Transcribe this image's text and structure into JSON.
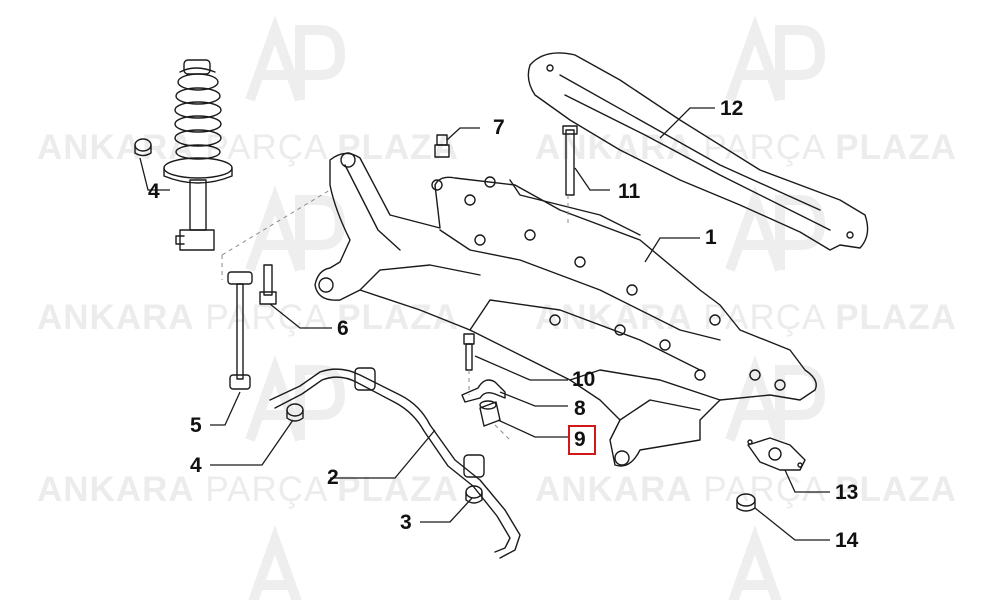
{
  "watermark": {
    "brand_bold_1": "ANKARA",
    "brand_light": "PARÇA",
    "brand_bold_2": "PLAZA"
  },
  "callouts": [
    {
      "id": "c1",
      "label": "1"
    },
    {
      "id": "c2",
      "label": "2"
    },
    {
      "id": "c3",
      "label": "3"
    },
    {
      "id": "c4a",
      "label": "4"
    },
    {
      "id": "c4b",
      "label": "4"
    },
    {
      "id": "c5",
      "label": "5"
    },
    {
      "id": "c6",
      "label": "6"
    },
    {
      "id": "c7",
      "label": "7"
    },
    {
      "id": "c8",
      "label": "8"
    },
    {
      "id": "c9",
      "label": "9"
    },
    {
      "id": "c10",
      "label": "10"
    },
    {
      "id": "c11",
      "label": "11"
    },
    {
      "id": "c12",
      "label": "12"
    },
    {
      "id": "c13",
      "label": "13"
    },
    {
      "id": "c14",
      "label": "14"
    }
  ],
  "highlighted_part": "9",
  "colors": {
    "line": "#1a1a1a",
    "highlight": "#d01818",
    "watermark": "#ececec"
  }
}
